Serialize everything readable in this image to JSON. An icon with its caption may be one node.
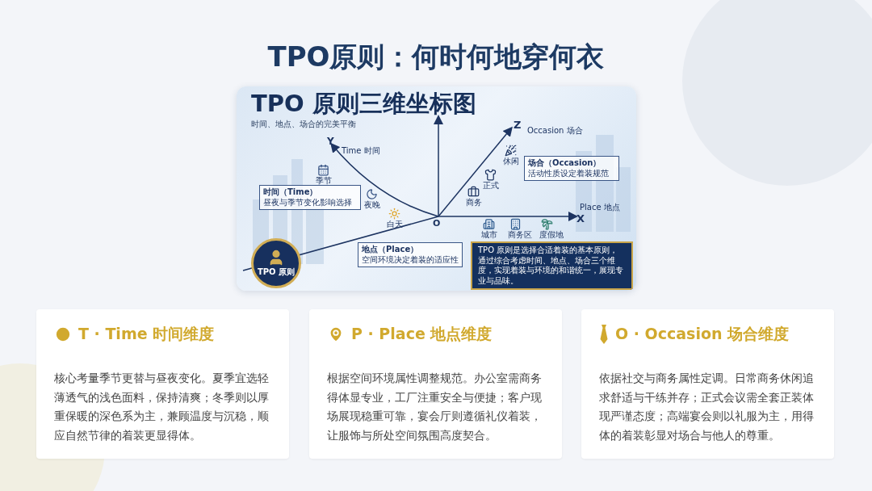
{
  "diagram": {
    "title": "TPO原则：何时何地穿何衣",
    "nodes": [
      {
        "text": [
          "TPO 原则三维坐标图",
          "时间、地点、场合的完美平衡"
        ]
      },
      {
        "text": [
          "时间（Time）",
          "昼夜与季节变化影响选择"
        ],
        "in": 0
      },
      {
        "text": [
          "地点（Place）",
          "空间环境决定着装的适应性"
        ],
        "in": 0
      },
      {
        "text": [
          "场合（Occasion）",
          "活动性质设定着装规范"
        ],
        "in": 0
      },
      {
        "text": [
          "TPO 原则是选择合适着装的基本原则，通过综合考虑时间、地点、场合三个维度，实现着装与环境的和谐统一，展现专业与品味。"
        ],
        "in": 0
      },
      {
        "text": [
          "TPO 原则"
        ],
        "in": 0
      },
      {
        "text": [
          "T · Time 时间维度",
          "核心考量季节更替与昼夜变化。夏季宜选轻薄透气的浅色面料，保持清爽；冬季则以厚重保暖的深色系为主，兼顾温度与沉稳，顺应自然节律的着装更显得体。"
        ]
      },
      {
        "text": [
          "P · Place 地点维度",
          "根据空间环境属性调整规范。办公室需商务得体显专业，工厂注重安全与便捷；客户现场展现稳重可靠，宴会厅则遵循礼仪着装，让服饰与所处空间氛围高度契合。"
        ]
      },
      {
        "text": [
          "O · Occasion 场合维度",
          "依据社交与商务属性定调。日常商务休闲追求舒适与干练并存；正式会议需全套正装体现严谨态度；高端宴会则以礼服为主，用得体的着装彰显对场合与他人的尊重。"
        ]
      }
    ],
    "labels": [
      "Y",
      "Time 时间",
      "Z",
      "Occasion 场合",
      "季节",
      "休闲",
      "正式",
      "夜晚",
      "商务",
      "白天",
      "O",
      "Place 地点",
      "X",
      "城市",
      "商务区",
      "度假地"
    ]
  }
}
